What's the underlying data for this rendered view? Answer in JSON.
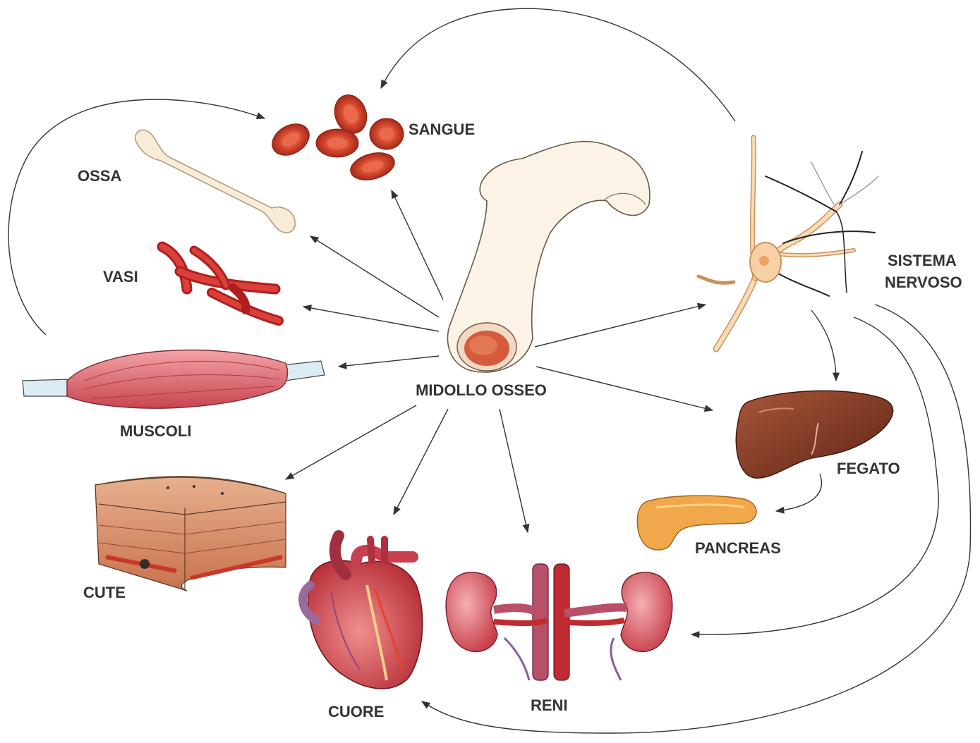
{
  "labels": {
    "center": "MIDOLLO OSSEO",
    "blood": "SANGUE",
    "bone": "OSSA",
    "vessels": "VASI",
    "muscle": "MUSCOLI",
    "skin": "CUTE",
    "heart": "CUORE",
    "kidneys": "RENI",
    "liver": "FEGATO",
    "pancreas": "PANCREAS",
    "nervous_line1": "SISTEMA",
    "nervous_line2": "NERVOSO"
  },
  "colors": {
    "text": "#333333",
    "arrow": "#333333",
    "blood": "#d4452f",
    "bone": "#f7eedc",
    "vessel": "#c8201e",
    "muscle": "#e2737b",
    "skin": "#d7906e",
    "heart": "#d24a4a",
    "kidney": "#dc5a64",
    "liver": "#7d3a26",
    "pancreas": "#f0a84a",
    "neuron": "#f8dcb8"
  }
}
